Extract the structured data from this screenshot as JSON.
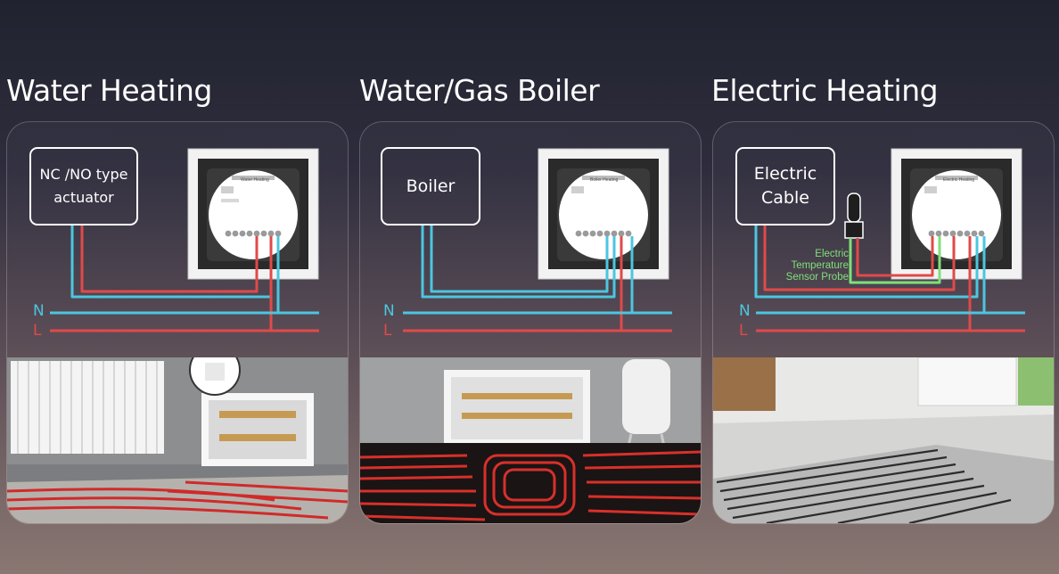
{
  "panels": [
    {
      "title": "Water Heating",
      "device_label": "NC /NO type\nactuator",
      "thermostat_label": "Water Heating",
      "n_label": "N",
      "l_label": "L"
    },
    {
      "title": "Water/Gas Boiler",
      "device_label": "Boiler",
      "thermostat_label": "Boiler Heating",
      "n_label": "N",
      "l_label": "L"
    },
    {
      "title": "Electric Heating",
      "device_label": "Electric\nCable",
      "thermostat_label": "Electric Heating",
      "n_label": "N",
      "l_label": "L",
      "probe_label": "Electric\nTemperature\nSensor Probe"
    }
  ],
  "colors": {
    "neutral": "#4cc6e0",
    "live": "#e04a4a",
    "probe": "#7fe07a",
    "box_border": "#ffffff"
  }
}
